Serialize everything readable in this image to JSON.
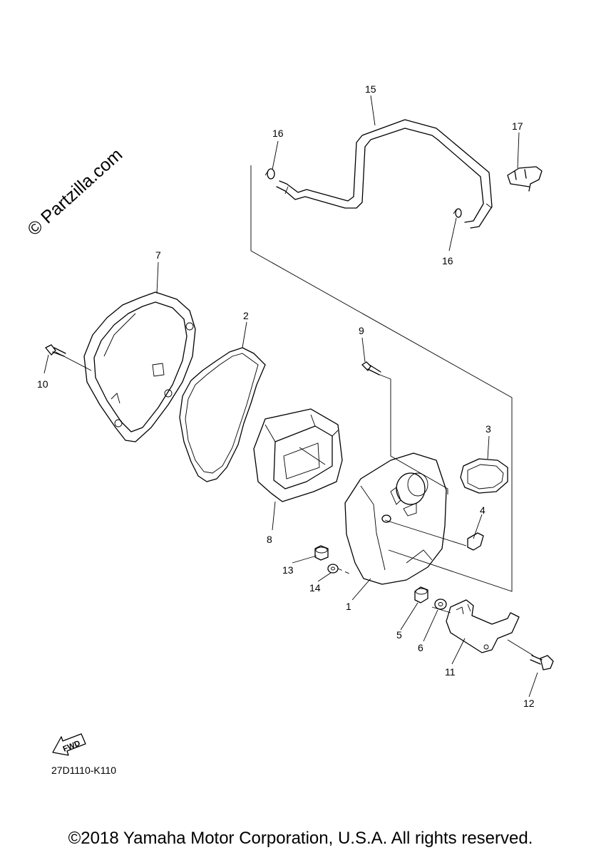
{
  "watermark": "© Partzilla.com",
  "diagram_code": "27D1110-K110",
  "fwd_label": "FWD",
  "copyright": "©2018 Yamaha Motor Corporation, U.S.A. All rights reserved.",
  "callouts": {
    "c1": "1",
    "c2": "2",
    "c3": "3",
    "c4": "4",
    "c5": "5",
    "c6": "6",
    "c7": "7",
    "c8": "8",
    "c9": "9",
    "c10": "10",
    "c11": "11",
    "c12": "12",
    "c13": "13",
    "c14": "14",
    "c15": "15",
    "c16a": "16",
    "c16b": "16",
    "c17": "17"
  }
}
